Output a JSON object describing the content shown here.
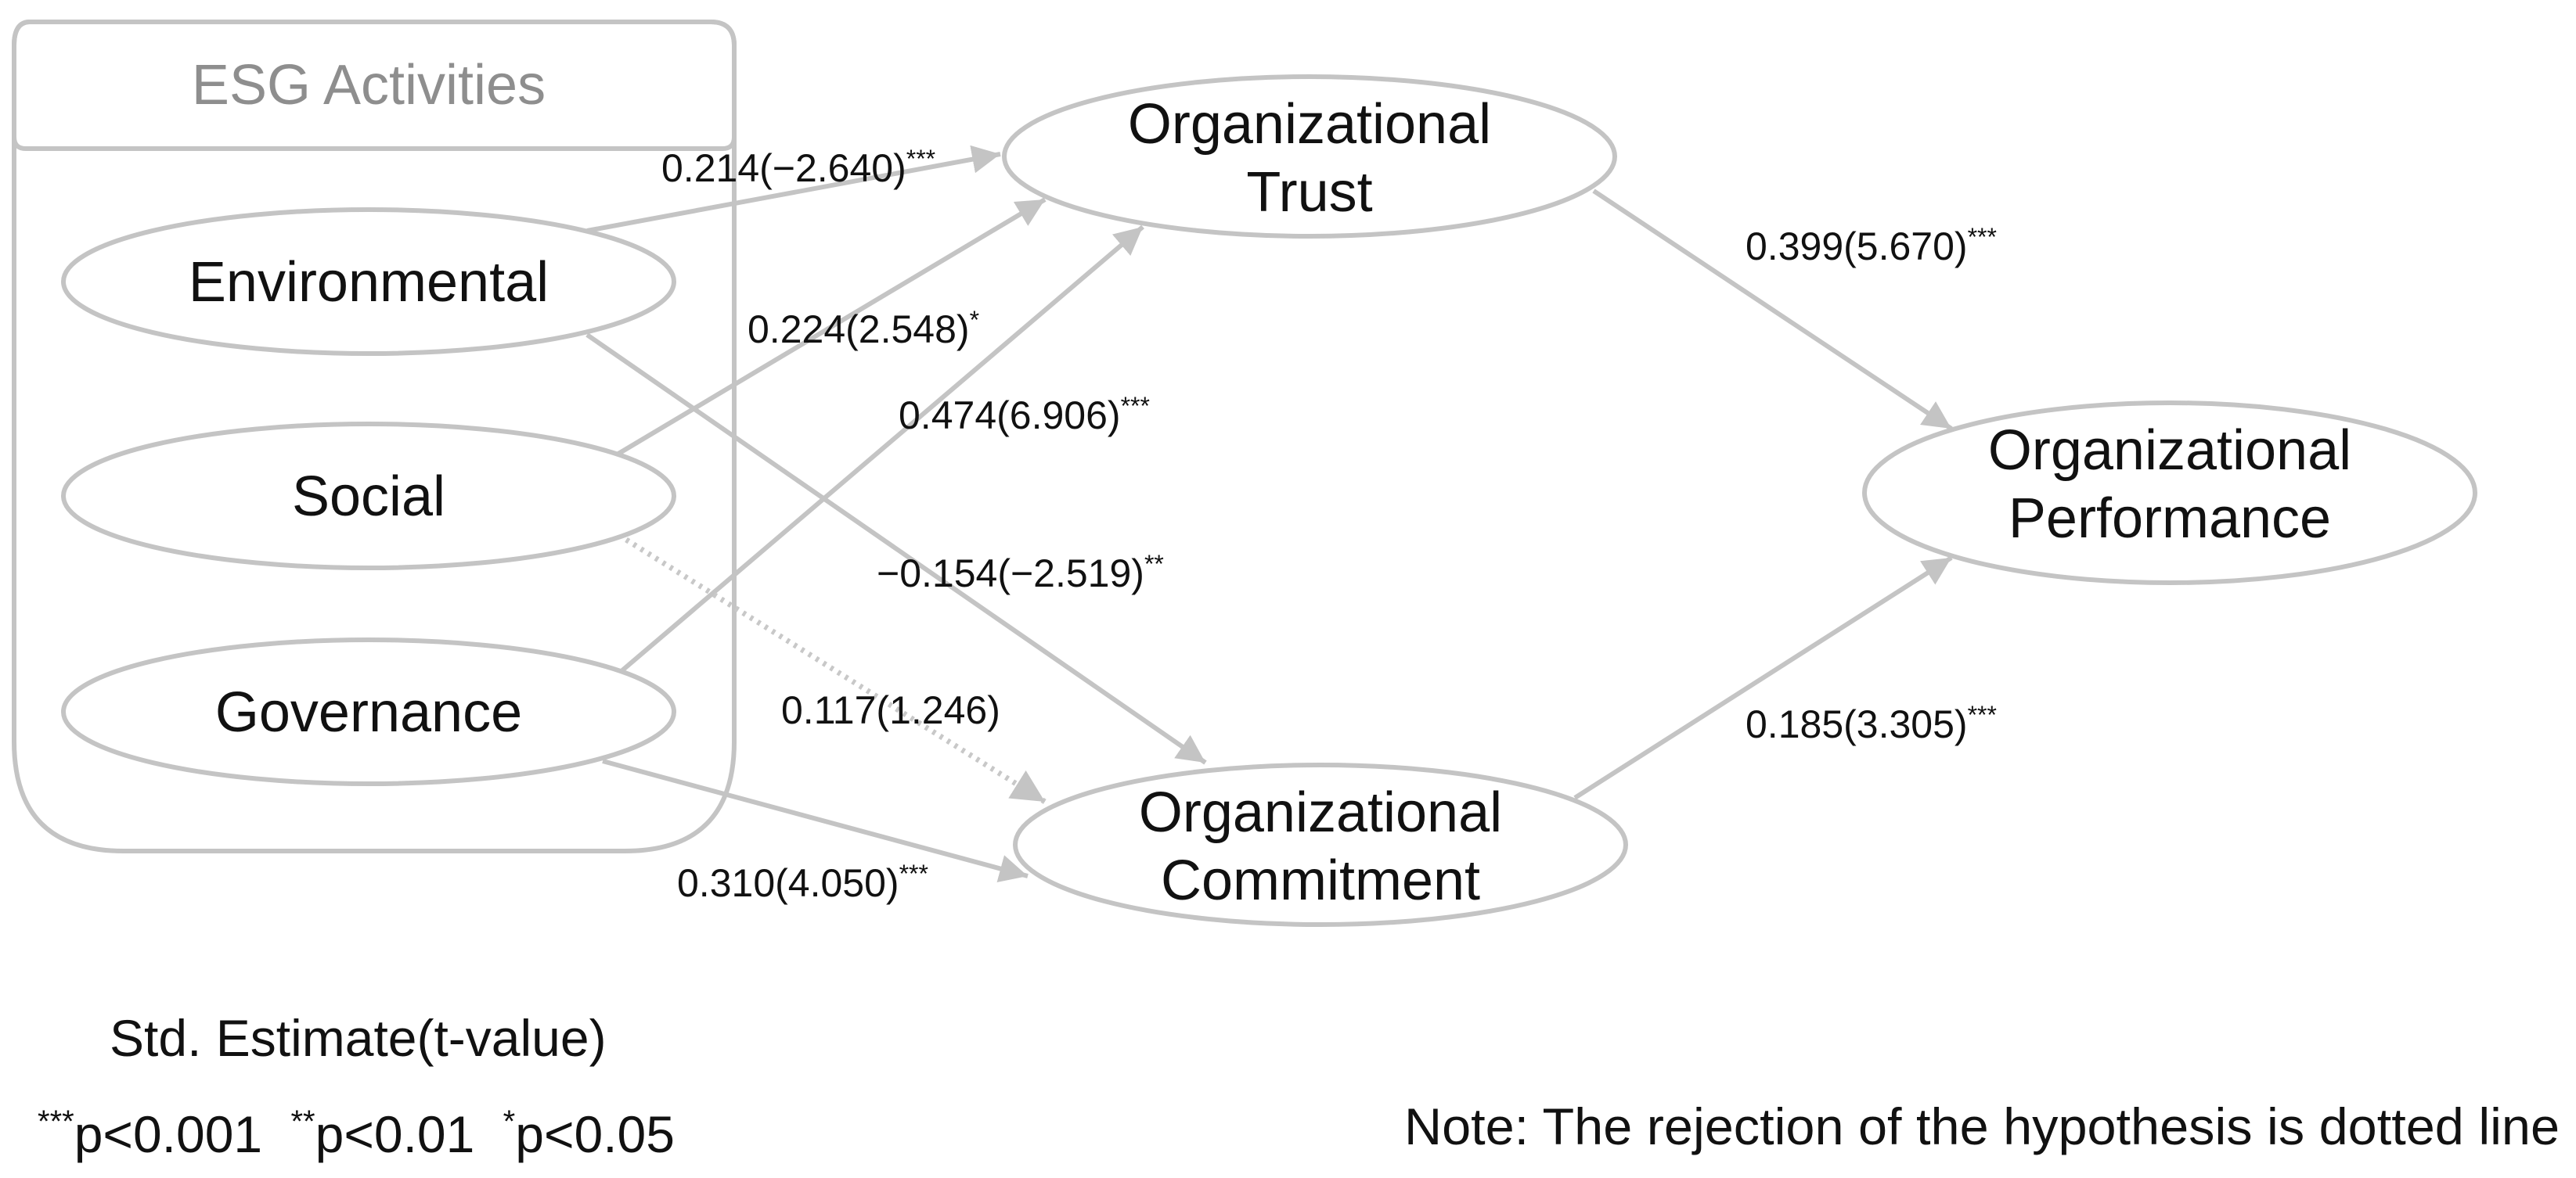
{
  "group": {
    "title": "ESG Activities"
  },
  "nodes": {
    "environmental": {
      "lines": [
        "Environmental"
      ]
    },
    "social": {
      "lines": [
        "Social"
      ]
    },
    "governance": {
      "lines": [
        "Governance"
      ]
    },
    "trust": {
      "lines": [
        "Organizational",
        "Trust"
      ]
    },
    "commitment": {
      "lines": [
        "Organizational",
        "Commitment"
      ]
    },
    "performance": {
      "lines": [
        "Organizational",
        "Performance"
      ]
    }
  },
  "edges": {
    "env_trust": {
      "from": "Environmental",
      "to": "Organizational Trust",
      "estimate": "0.214",
      "t_value": "(−2.640)",
      "sig": "***",
      "style": "solid"
    },
    "soc_trust": {
      "from": "Social",
      "to": "Organizational Trust",
      "estimate": "0.224",
      "t_value": "(2.548)",
      "sig": "*",
      "style": "solid"
    },
    "gov_trust": {
      "from": "Governance",
      "to": "Organizational Trust",
      "estimate": "0.474",
      "t_value": "(6.906)",
      "sig": "***",
      "style": "solid"
    },
    "env_commit": {
      "from": "Environmental",
      "to": "Organizational Commitment",
      "estimate": "−0.154",
      "t_value": "(−2.519)",
      "sig": "**",
      "style": "solid"
    },
    "soc_commit": {
      "from": "Social",
      "to": "Organizational Commitment",
      "estimate": "0.117",
      "t_value": "(1.246)",
      "sig": "",
      "style": "dotted"
    },
    "gov_commit": {
      "from": "Governance",
      "to": "Organizational Commitment",
      "estimate": "0.310",
      "t_value": "(4.050)",
      "sig": "***",
      "style": "solid"
    },
    "trust_perf": {
      "from": "Organizational Trust",
      "to": "Organizational Performance",
      "estimate": "0.399",
      "t_value": "(5.670)",
      "sig": "***",
      "style": "solid"
    },
    "commit_perf": {
      "from": "Organizational Commitment",
      "to": "Organizational Performance",
      "estimate": "0.185",
      "t_value": "(3.305)",
      "sig": "***",
      "style": "solid"
    }
  },
  "legend": {
    "estimate_label": "Std. Estimate(t-value)",
    "sig1_mark": "***",
    "sig1_text": "p<0.001",
    "sig2_mark": "**",
    "sig2_text": "p<0.01",
    "sig3_mark": "*",
    "sig3_text": "p<0.05",
    "note": "Note: The rejection of the hypothesis is dotted line"
  },
  "colors": {
    "line": "#c4c4c4",
    "text": "#111111",
    "group_title": "#8e8e8e"
  }
}
